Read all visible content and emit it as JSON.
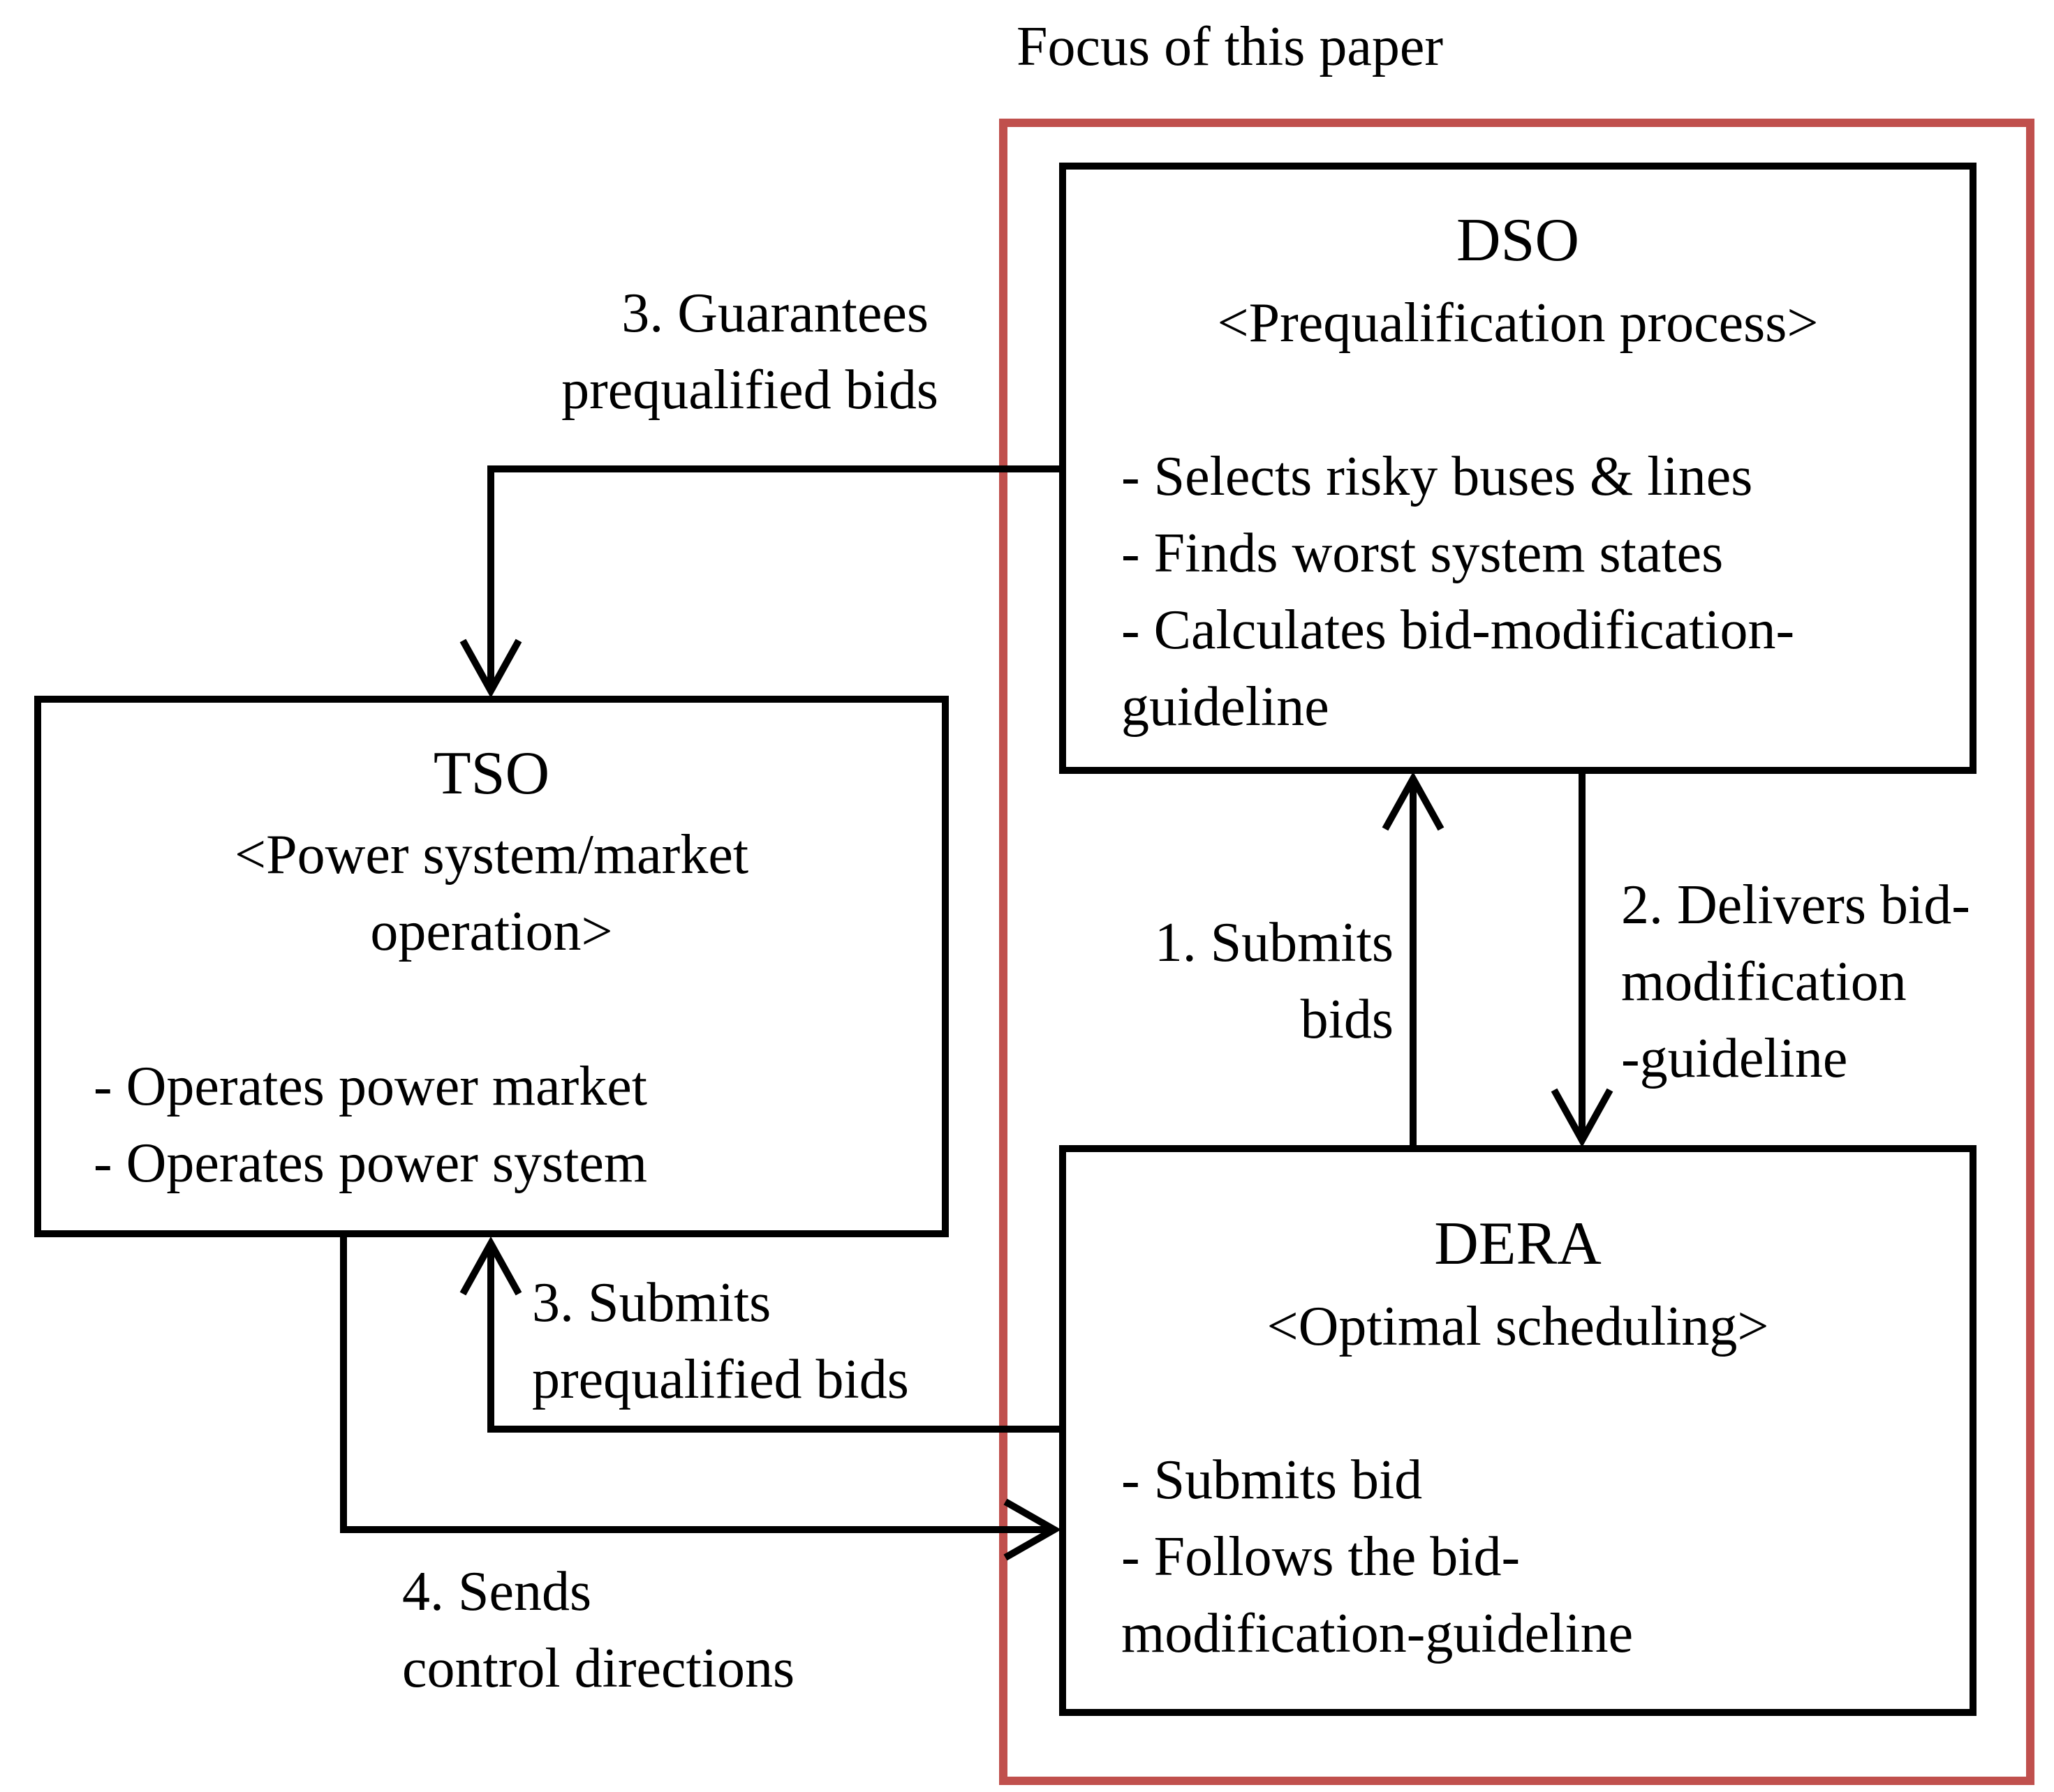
{
  "focus_label": "Focus of this paper",
  "colors": {
    "focus_border": "#c0504d",
    "box_border": "#000000",
    "arrows": "#000000"
  },
  "dso": {
    "title": "DSO",
    "subtitle": "<Prequalification process>",
    "items": [
      "- Selects risky buses & lines",
      "- Finds worst system states",
      "- Calculates bid-modification-",
      "guideline"
    ]
  },
  "tso": {
    "title": "TSO",
    "subtitle_line1": "<Power system/market",
    "subtitle_line2": "operation>",
    "items": [
      "- Operates power market",
      "- Operates power system"
    ]
  },
  "dera": {
    "title": "DERA",
    "subtitle": "<Optimal scheduling>",
    "items": [
      "- Submits bid",
      "- Follows the bid-",
      "modification-guideline"
    ]
  },
  "arrows": {
    "guarantees": [
      "3. Guarantees",
      "prequalified bids"
    ],
    "submits_bids": [
      "1. Submits",
      "bids"
    ],
    "delivers": [
      "2. Delivers bid-",
      "modification",
      "-guideline"
    ],
    "submits_prequalified": [
      "3. Submits",
      "prequalified bids"
    ],
    "sends_control": [
      "4. Sends",
      "control directions"
    ]
  }
}
